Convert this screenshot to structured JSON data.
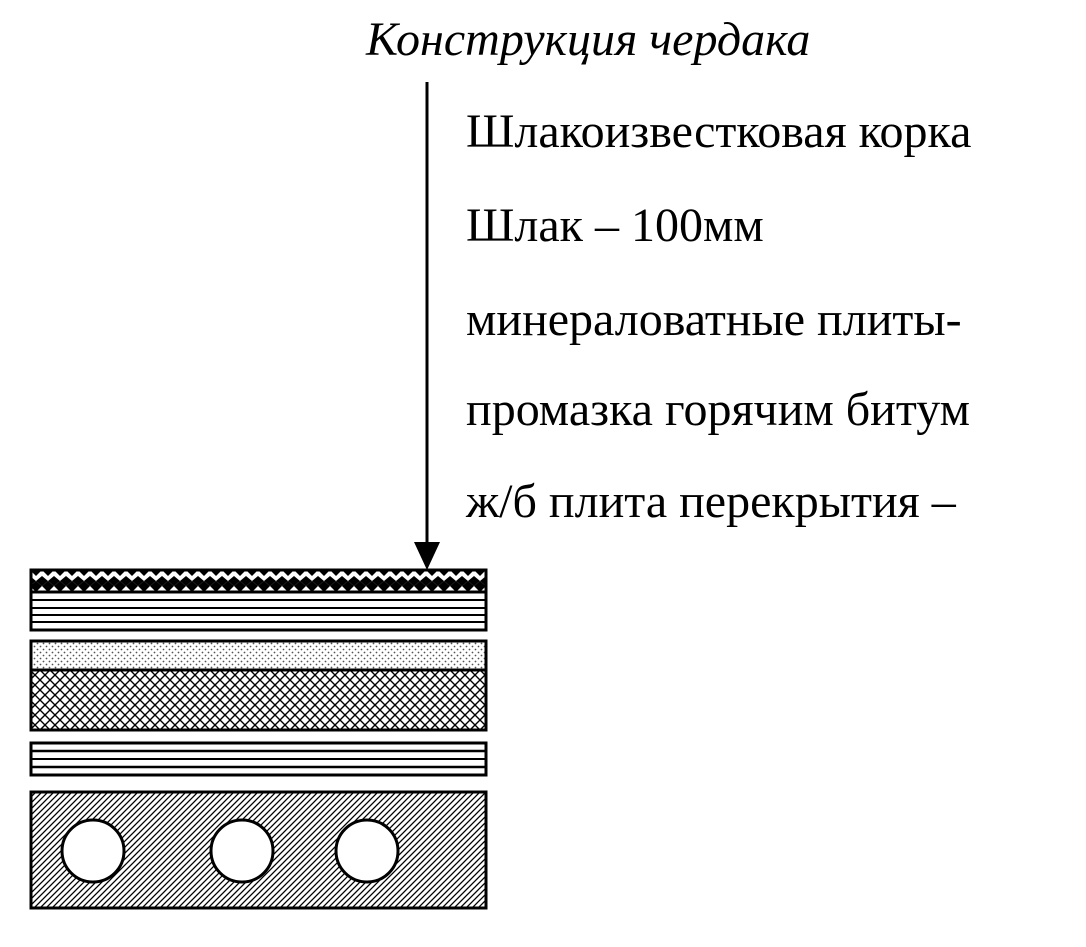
{
  "title": "Конструкция чердака",
  "layers": [
    "Шлакоизвестковая корка",
    "Шлак – 100мм",
    "минераловатные плиты-",
    "промазка горячим битум",
    "ж/б плита перекрытия – "
  ]
}
